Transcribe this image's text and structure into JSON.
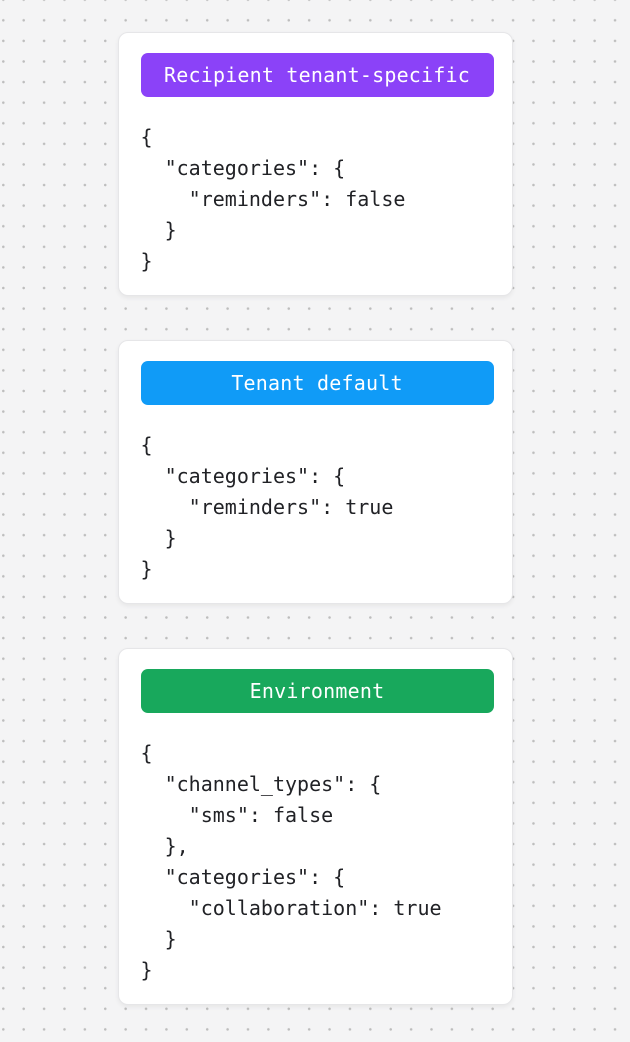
{
  "background": {
    "color": "#f4f4f5",
    "dot_color": "#bdbdbd"
  },
  "cards": [
    {
      "badge": {
        "label": "Recipient tenant-specific",
        "color": "#8b42f8",
        "text_color": "#ffffff"
      },
      "code_lines": [
        "{",
        "  \"categories\": {",
        "    \"reminders\": false",
        "  }",
        "}"
      ]
    },
    {
      "badge": {
        "label": "Tenant default",
        "color": "#109bf7",
        "text_color": "#ffffff"
      },
      "code_lines": [
        "{",
        "  \"categories\": {",
        "    \"reminders\": true",
        "  }",
        "}"
      ]
    },
    {
      "badge": {
        "label": "Environment",
        "color": "#18a85c",
        "text_color": "#ffffff"
      },
      "code_lines": [
        "{",
        "  \"channel_types\": {",
        "    \"sms\": false",
        "  },",
        "  \"categories\": {",
        "    \"collaboration\": true",
        "  }",
        "}"
      ]
    }
  ]
}
